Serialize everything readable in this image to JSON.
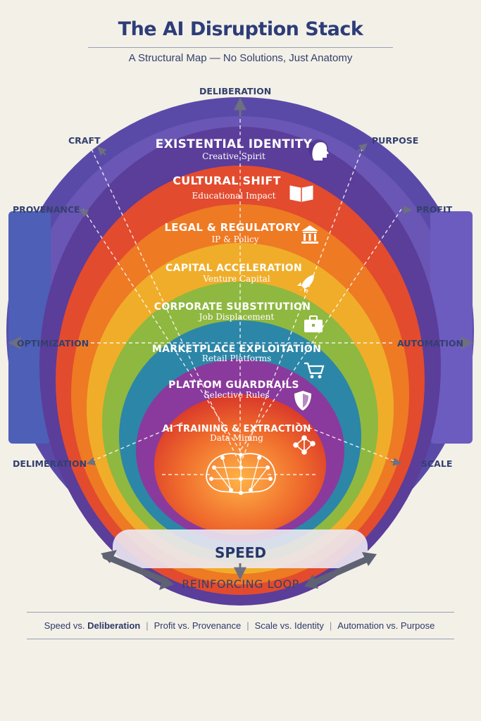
{
  "header": {
    "title": "The AI Disruption Stack",
    "subtitle": "A Structural Map — No Solutions, Just Anatomy"
  },
  "axes": {
    "top": "DELIBERATION",
    "upper_left": "CRAFT",
    "upper_right": "PURPOSE",
    "mid_left": "PROVENANCE",
    "mid_right": "PROFIT",
    "left": "OPTIMIZATION",
    "right": "AUTOMATION",
    "lower_left": "DELIMERATION",
    "lower_right": "SCALE",
    "bottom": "SPEED"
  },
  "layers": [
    {
      "title": "EXISTENTIAL IDENTITY",
      "subtitle": "Creative Spirit",
      "icon": "head-profile-icon",
      "color": "#5b3d9a"
    },
    {
      "title": "CULTURAL SHIFT",
      "subtitle": "Educational Impact",
      "icon": "open-book-icon",
      "color": "#e24b2e"
    },
    {
      "title": "LEGAL & REGULATORY",
      "subtitle": "IP & Policy",
      "icon": "courthouse-icon",
      "color": "#ee7a24"
    },
    {
      "title": "CAPITAL ACCELERATION",
      "subtitle": "Venture Capital",
      "icon": "rocket-icon",
      "color": "#f0ad2a"
    },
    {
      "title": "CORPORATE SUBSTITUTION",
      "subtitle": "Job Displacement",
      "icon": "briefcase-icon",
      "color": "#8fb840"
    },
    {
      "title": "MARKETPLACE EXPLOITATION",
      "subtitle": "Retail Platforms",
      "icon": "shopping-cart-icon",
      "color": "#2c86a8"
    },
    {
      "title": "PLATFOM GUARDRAILS",
      "subtitle": "Selective Rules",
      "icon": "shield-icon",
      "color": "#8a3a9c"
    },
    {
      "title": "AI TRAINING & EXTRACTION",
      "subtitle": "Data Mining",
      "icon": "network-nodes-icon",
      "color": "#e0442b"
    }
  ],
  "loop_label": "REINFORCING LOOP",
  "footer": [
    {
      "a": "Speed vs.",
      "b": "Deliberation"
    },
    {
      "a": "Profit vs.",
      "b": "Provenance"
    },
    {
      "a": "Scale vs.",
      "b": "Identity"
    },
    {
      "a": "Automation vs.",
      "b": "Purpose"
    }
  ]
}
